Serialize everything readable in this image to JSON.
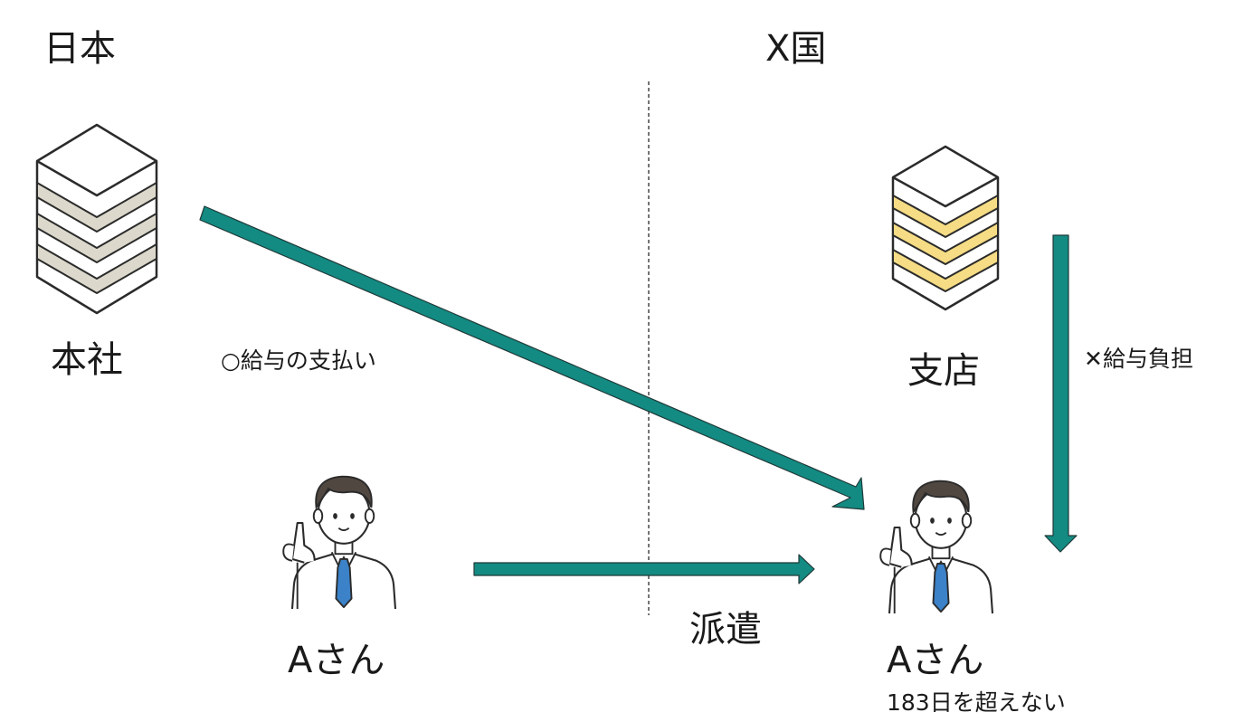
{
  "regions": {
    "left": "日本",
    "right": "X国"
  },
  "nodes": {
    "head_office": {
      "label": "本社",
      "stripe_color": "#dcd9cc"
    },
    "branch": {
      "label": "支店",
      "stripe_color": "#f6dc84"
    },
    "person_home": {
      "label": "Aさん"
    },
    "person_abroad": {
      "label": "Aさん",
      "note": "183日を超えない"
    }
  },
  "edges": {
    "salary_payment": "○給与の支払い",
    "salary_burden": "✕給与負担",
    "dispatch": "派遣"
  },
  "colors": {
    "arrow": "#138a82",
    "tie": "#3b82c9",
    "hair": "#514741",
    "outline": "#2b2b2b"
  }
}
